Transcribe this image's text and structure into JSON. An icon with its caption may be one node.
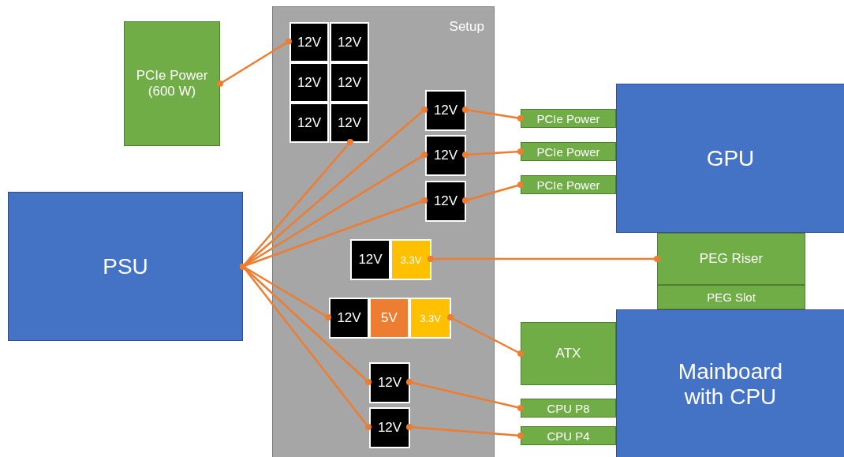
{
  "diagram": {
    "nodes": [
      {
        "text": [
          "Setup"
        ]
      },
      {
        "text": [
          "12V"
        ],
        "in": 0
      },
      {
        "text": [
          "12V"
        ],
        "in": 0
      },
      {
        "text": [
          "12V"
        ],
        "in": 0
      },
      {
        "text": [
          "12V"
        ],
        "in": 0
      },
      {
        "text": [
          "12V"
        ],
        "in": 0
      },
      {
        "text": [
          "12V"
        ],
        "in": 0
      },
      {
        "text": [
          "12V"
        ],
        "in": 0
      },
      {
        "text": [
          "12V"
        ],
        "in": 0
      },
      {
        "text": [
          "12V"
        ],
        "in": 0
      },
      {
        "text": [
          "12V"
        ],
        "in": 0
      },
      {
        "text": [
          "3.3V"
        ],
        "in": 0
      },
      {
        "text": [
          "12V"
        ],
        "in": 0
      },
      {
        "text": [
          "5V"
        ],
        "in": 0
      },
      {
        "text": [
          "3.3V"
        ],
        "in": 0
      },
      {
        "text": [
          "12V"
        ],
        "in": 0
      },
      {
        "text": [
          "12V"
        ],
        "in": 0
      },
      {
        "text": [
          "PCIe Power (600 W)"
        ]
      },
      {
        "text": [
          "PSU"
        ]
      },
      {
        "text": [
          "GPU"
        ]
      },
      {
        "text": [
          "PCIe Power"
        ]
      },
      {
        "text": [
          "PCIe Power"
        ]
      },
      {
        "text": [
          "PCIe Power"
        ]
      },
      {
        "text": [
          "PEG Riser"
        ]
      },
      {
        "text": [
          "PEG Slot"
        ]
      },
      {
        "text": [
          "Mainboard with CPU"
        ]
      },
      {
        "text": [
          "ATX"
        ]
      },
      {
        "text": [
          "CPU P8"
        ]
      },
      {
        "text": [
          "CPU P4"
        ]
      }
    ],
    "edges": [
      {
        "from": 17,
        "to": 1,
        "arrow": "other"
      },
      {
        "from": 18,
        "to": 6,
        "arrow": "other"
      },
      {
        "from": 18,
        "to": 7,
        "arrow": "other"
      },
      {
        "from": 18,
        "to": 8,
        "arrow": "other"
      },
      {
        "from": 18,
        "to": 9,
        "arrow": "other"
      },
      {
        "from": 18,
        "to": 12,
        "arrow": "other"
      },
      {
        "from": 18,
        "to": 15,
        "arrow": "other"
      },
      {
        "from": 18,
        "to": 16,
        "arrow": "other"
      },
      {
        "from": 7,
        "to": 20,
        "arrow": "other"
      },
      {
        "from": 8,
        "to": 21,
        "arrow": "other"
      },
      {
        "from": 9,
        "to": 22,
        "arrow": "other"
      },
      {
        "from": 11,
        "to": 23,
        "arrow": "other"
      },
      {
        "from": 14,
        "to": 26,
        "arrow": "other"
      },
      {
        "from": 15,
        "to": 27,
        "arrow": "other"
      },
      {
        "from": 16,
        "to": 28,
        "arrow": "other"
      }
    ]
  }
}
